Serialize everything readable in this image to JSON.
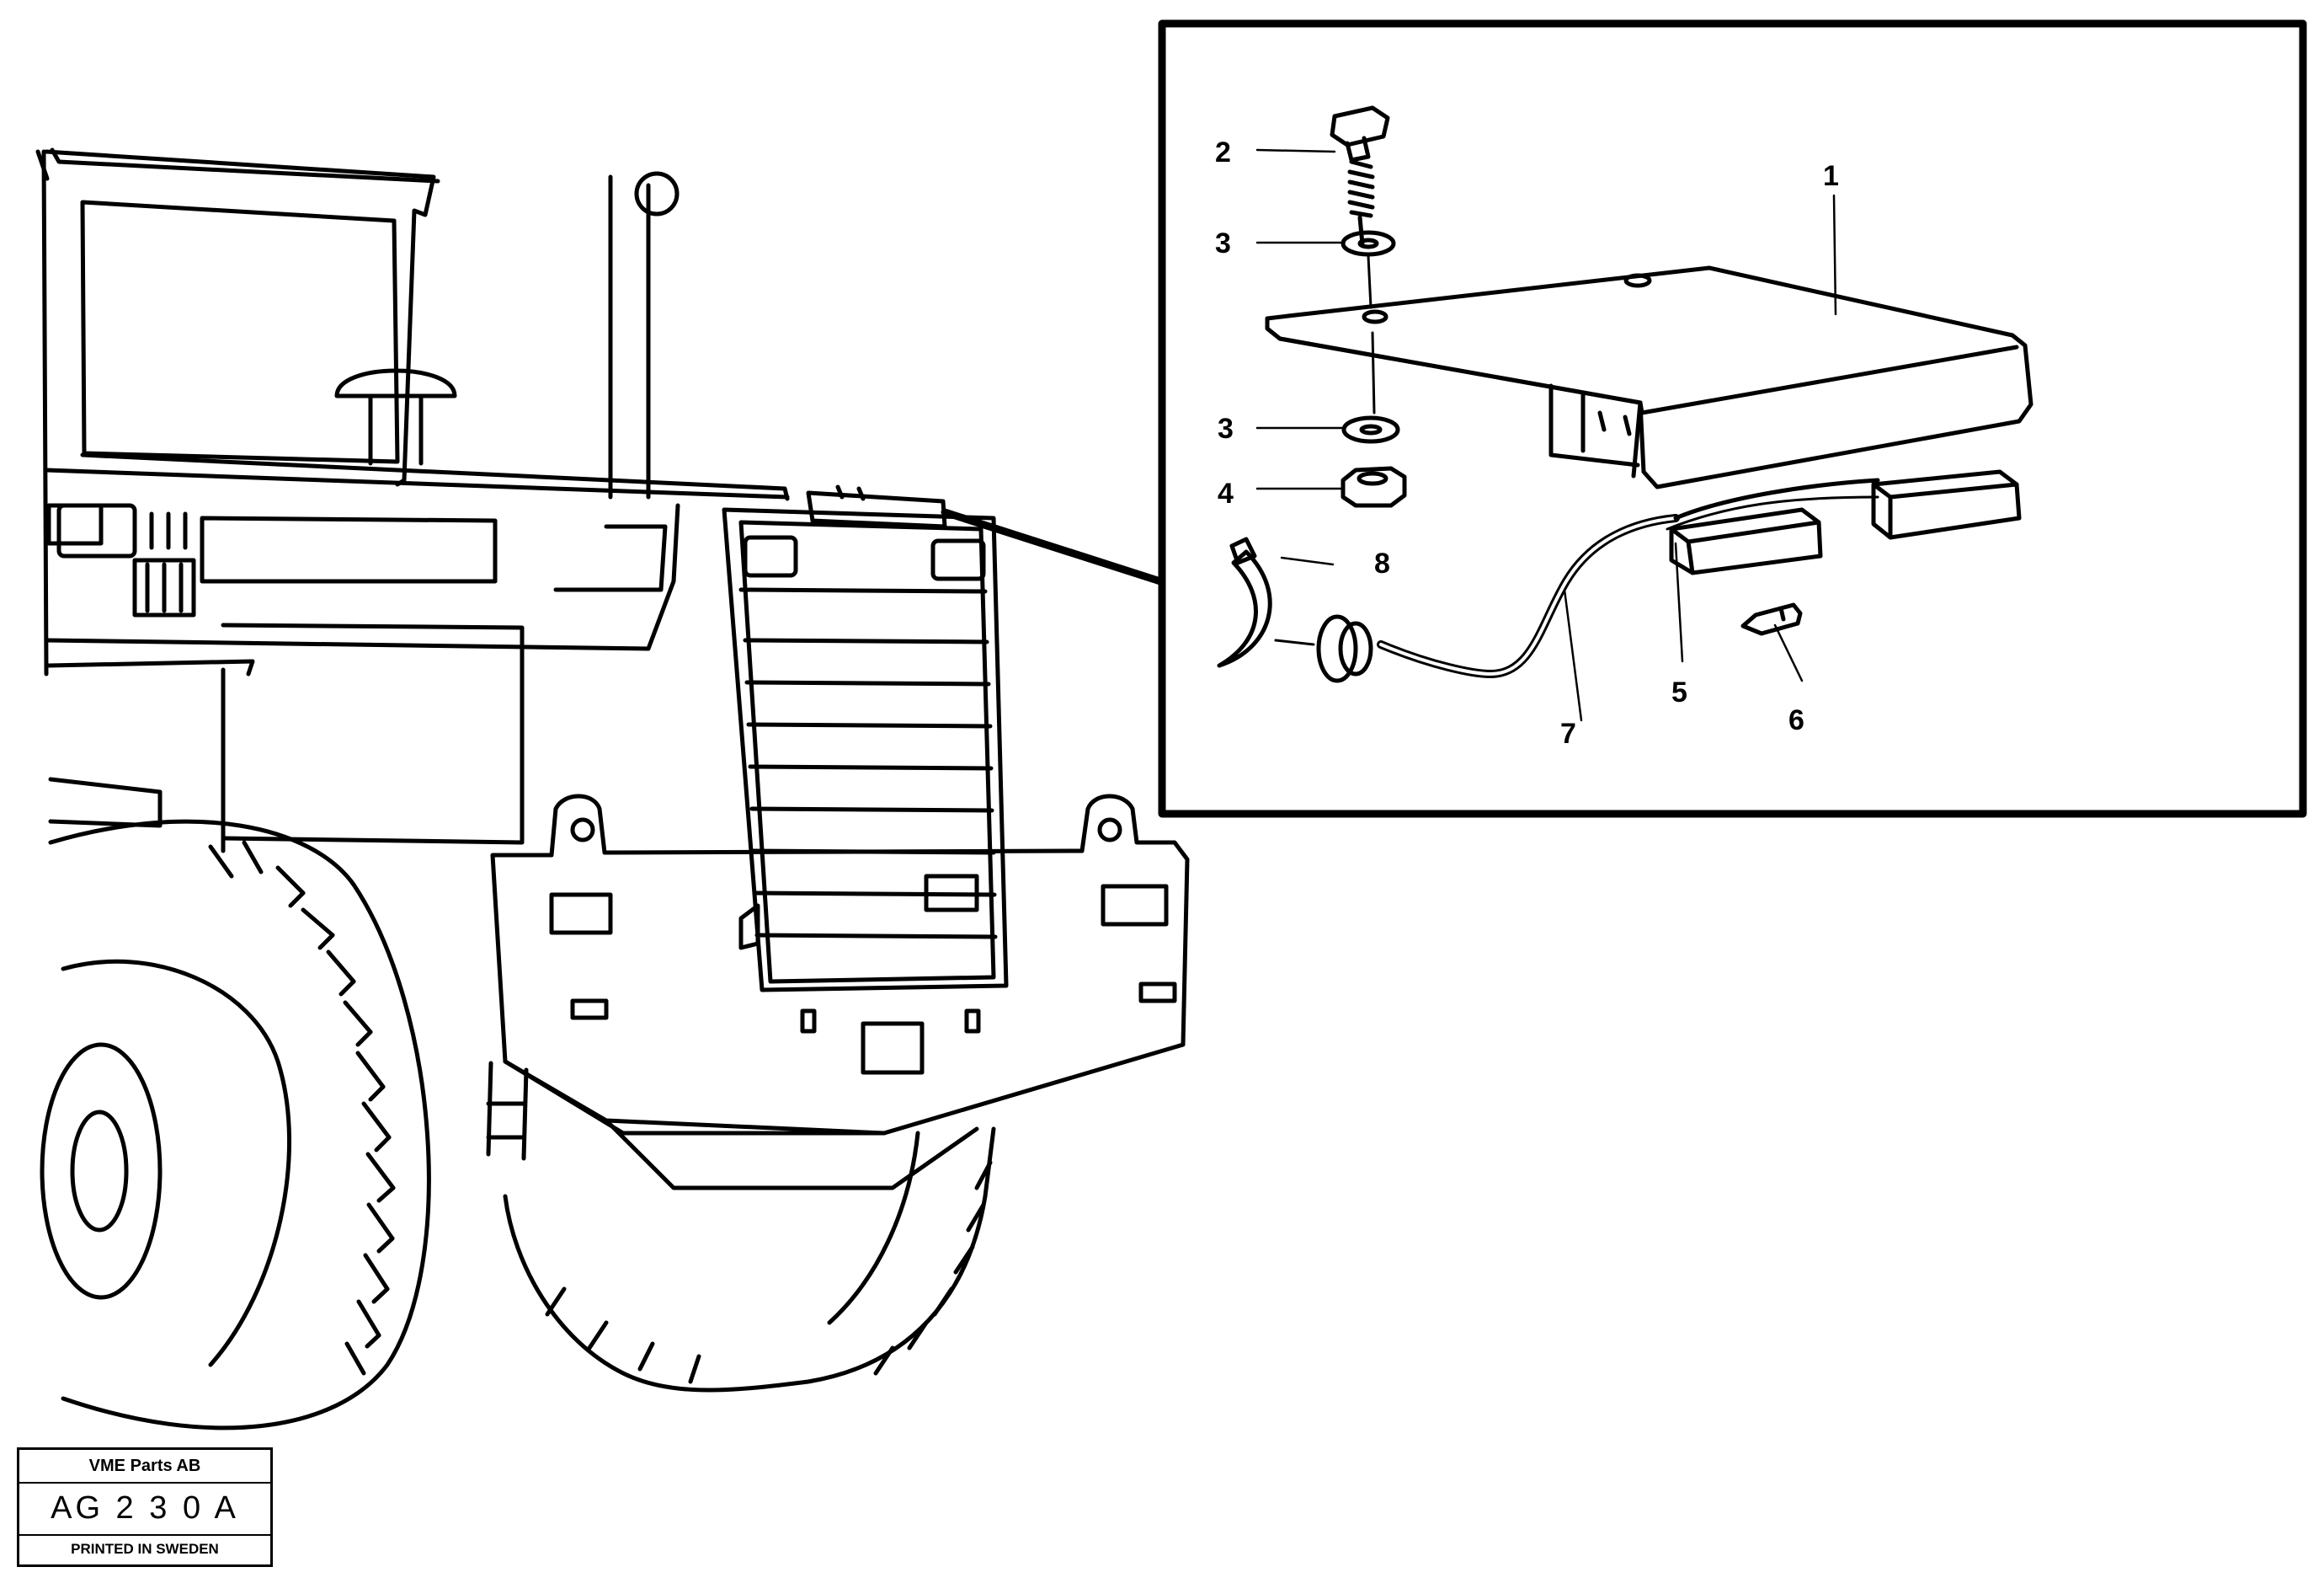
{
  "callouts": {
    "c1": "1",
    "c2": "2",
    "c3a": "3",
    "c3b": "3",
    "c4": "4",
    "c5": "5",
    "c6": "6",
    "c7": "7",
    "c8": "8"
  },
  "title_block": {
    "company": "VME Parts AB",
    "code": "AG 2 3 0 A",
    "printed": "PRINTED IN SWEDEN"
  },
  "colors": {
    "ink": "#000000",
    "paper": "#ffffff"
  }
}
